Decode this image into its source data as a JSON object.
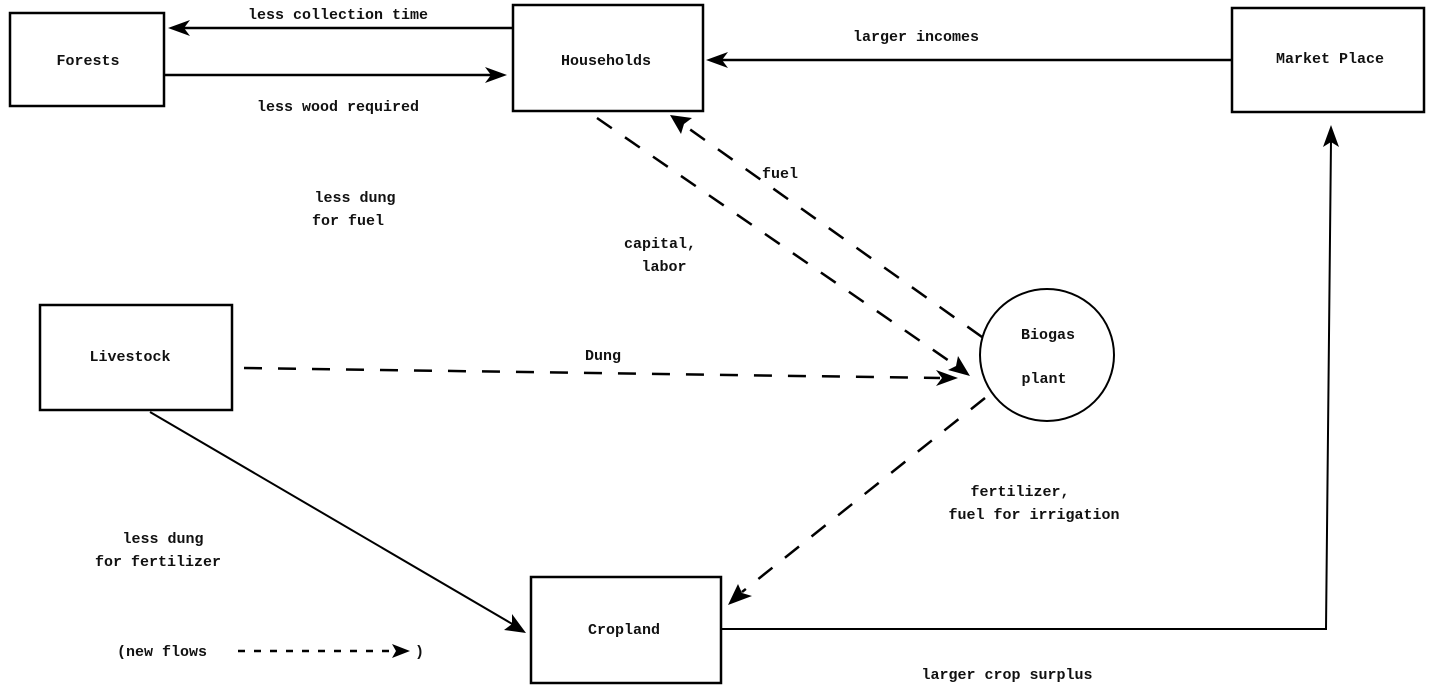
{
  "diagram": {
    "nodes": {
      "forests": "Forests",
      "households": "Households",
      "market_place": "Market Place",
      "livestock": "Livestock",
      "biogas_line1": "Biogas",
      "biogas_line2": "plant",
      "cropland": "Cropland"
    },
    "edges": {
      "households_to_forests": "less collection time",
      "forests_to_households": "less wood required",
      "market_to_households": "larger incomes",
      "biogas_to_households": "fuel",
      "households_to_biogas_line1": "capital,",
      "households_to_biogas_line2": "labor",
      "livestock_to_biogas": "Dung",
      "biogas_to_cropland_line1": "fertilizer,",
      "biogas_to_cropland_line2": "fuel for irrigation",
      "cropland_to_market": "larger crop surplus"
    },
    "annotations": {
      "less_dung_fuel_line1": "less dung",
      "less_dung_fuel_line2": "for fuel",
      "less_dung_fert_line1": "less dung",
      "less_dung_fert_line2": "for fertilizer",
      "legend_text": "(new flows",
      "legend_close": ")"
    }
  }
}
